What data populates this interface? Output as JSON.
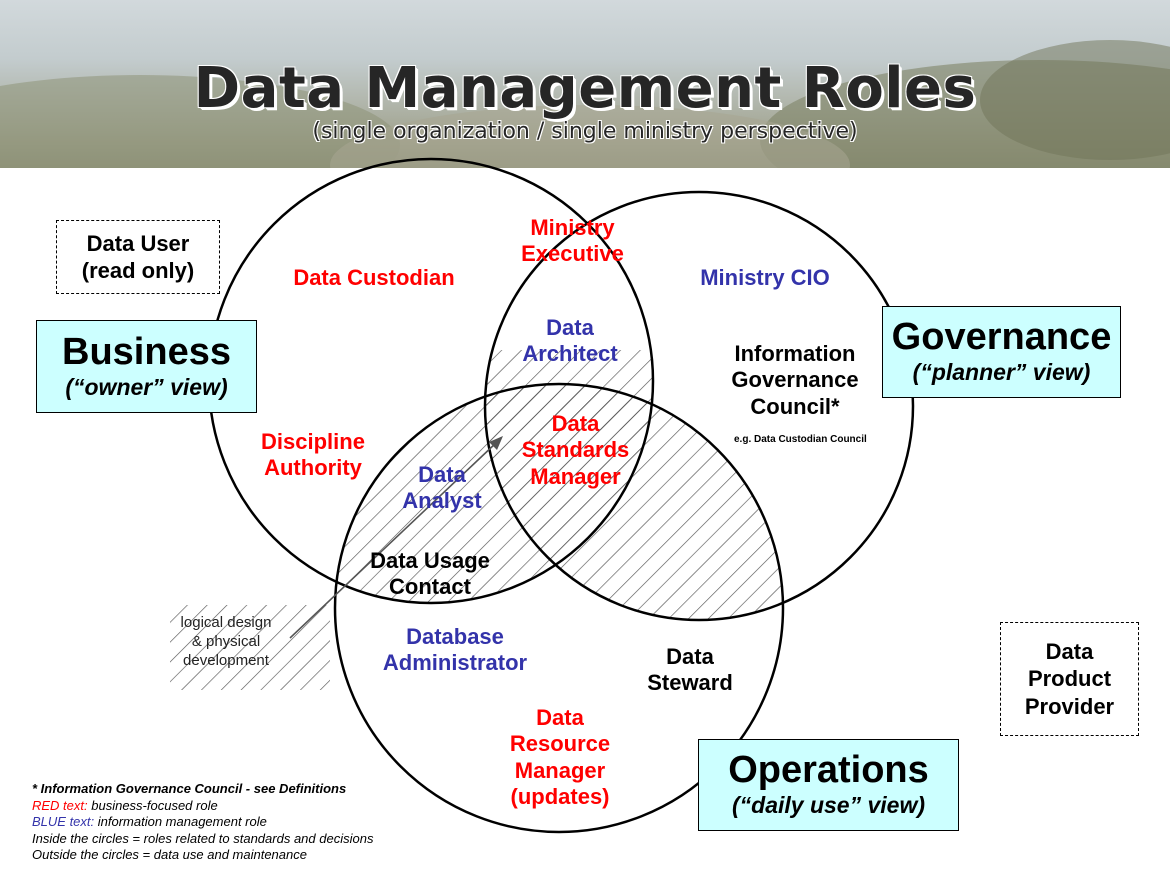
{
  "header": {
    "title": "Data Management Roles",
    "subtitle": "(single organization / single ministry perspective)"
  },
  "perspectives": {
    "business": {
      "title": "Business",
      "subtitle": "(“owner” view)"
    },
    "governance": {
      "title": "Governance",
      "subtitle": "(“planner” view)"
    },
    "operations": {
      "title": "Operations",
      "subtitle": "(“daily use” view)"
    }
  },
  "outside_roles": {
    "data_user": [
      "Data User",
      "(read only)"
    ],
    "data_product_provider": [
      "Data",
      "Product",
      "Provider"
    ]
  },
  "roles": {
    "data_custodian": [
      "Data Custodian"
    ],
    "ministry_executive": [
      "Ministry",
      "Executive"
    ],
    "ministry_cio": [
      "Ministry CIO"
    ],
    "data_architect": [
      "Data",
      "Architect"
    ],
    "information_governance_council": [
      "Information",
      "Governance",
      "Council*"
    ],
    "igc_example": "e.g. Data Custodian Council",
    "discipline_authority": [
      "Discipline",
      "Authority"
    ],
    "data_analyst": [
      "Data",
      "Analyst"
    ],
    "data_standards_manager": [
      "Data",
      "Standards",
      "Manager"
    ],
    "data_usage_contact": [
      "Data Usage",
      "Contact"
    ],
    "database_administrator": [
      "Database",
      "Administrator"
    ],
    "data_steward": [
      "Data",
      "Steward"
    ],
    "data_resource_manager": [
      "Data",
      "Resource",
      "Manager",
      "(updates)"
    ]
  },
  "annotation": {
    "logical_design": [
      "logical design",
      "& physical",
      "development"
    ]
  },
  "legend": {
    "footnote": "* Information Governance Council - see Definitions",
    "red_key": "RED text:",
    "red_desc": " business-focused role",
    "blue_key": "BLUE text:",
    "blue_desc": " information management role",
    "inside": "Inside the circles = roles related to standards and decisions",
    "outside": "Outside the circles = data use and maintenance"
  },
  "colors": {
    "business_role": "#ff0000",
    "information_role": "#3333aa",
    "view_box_fill": "#ccffff"
  }
}
